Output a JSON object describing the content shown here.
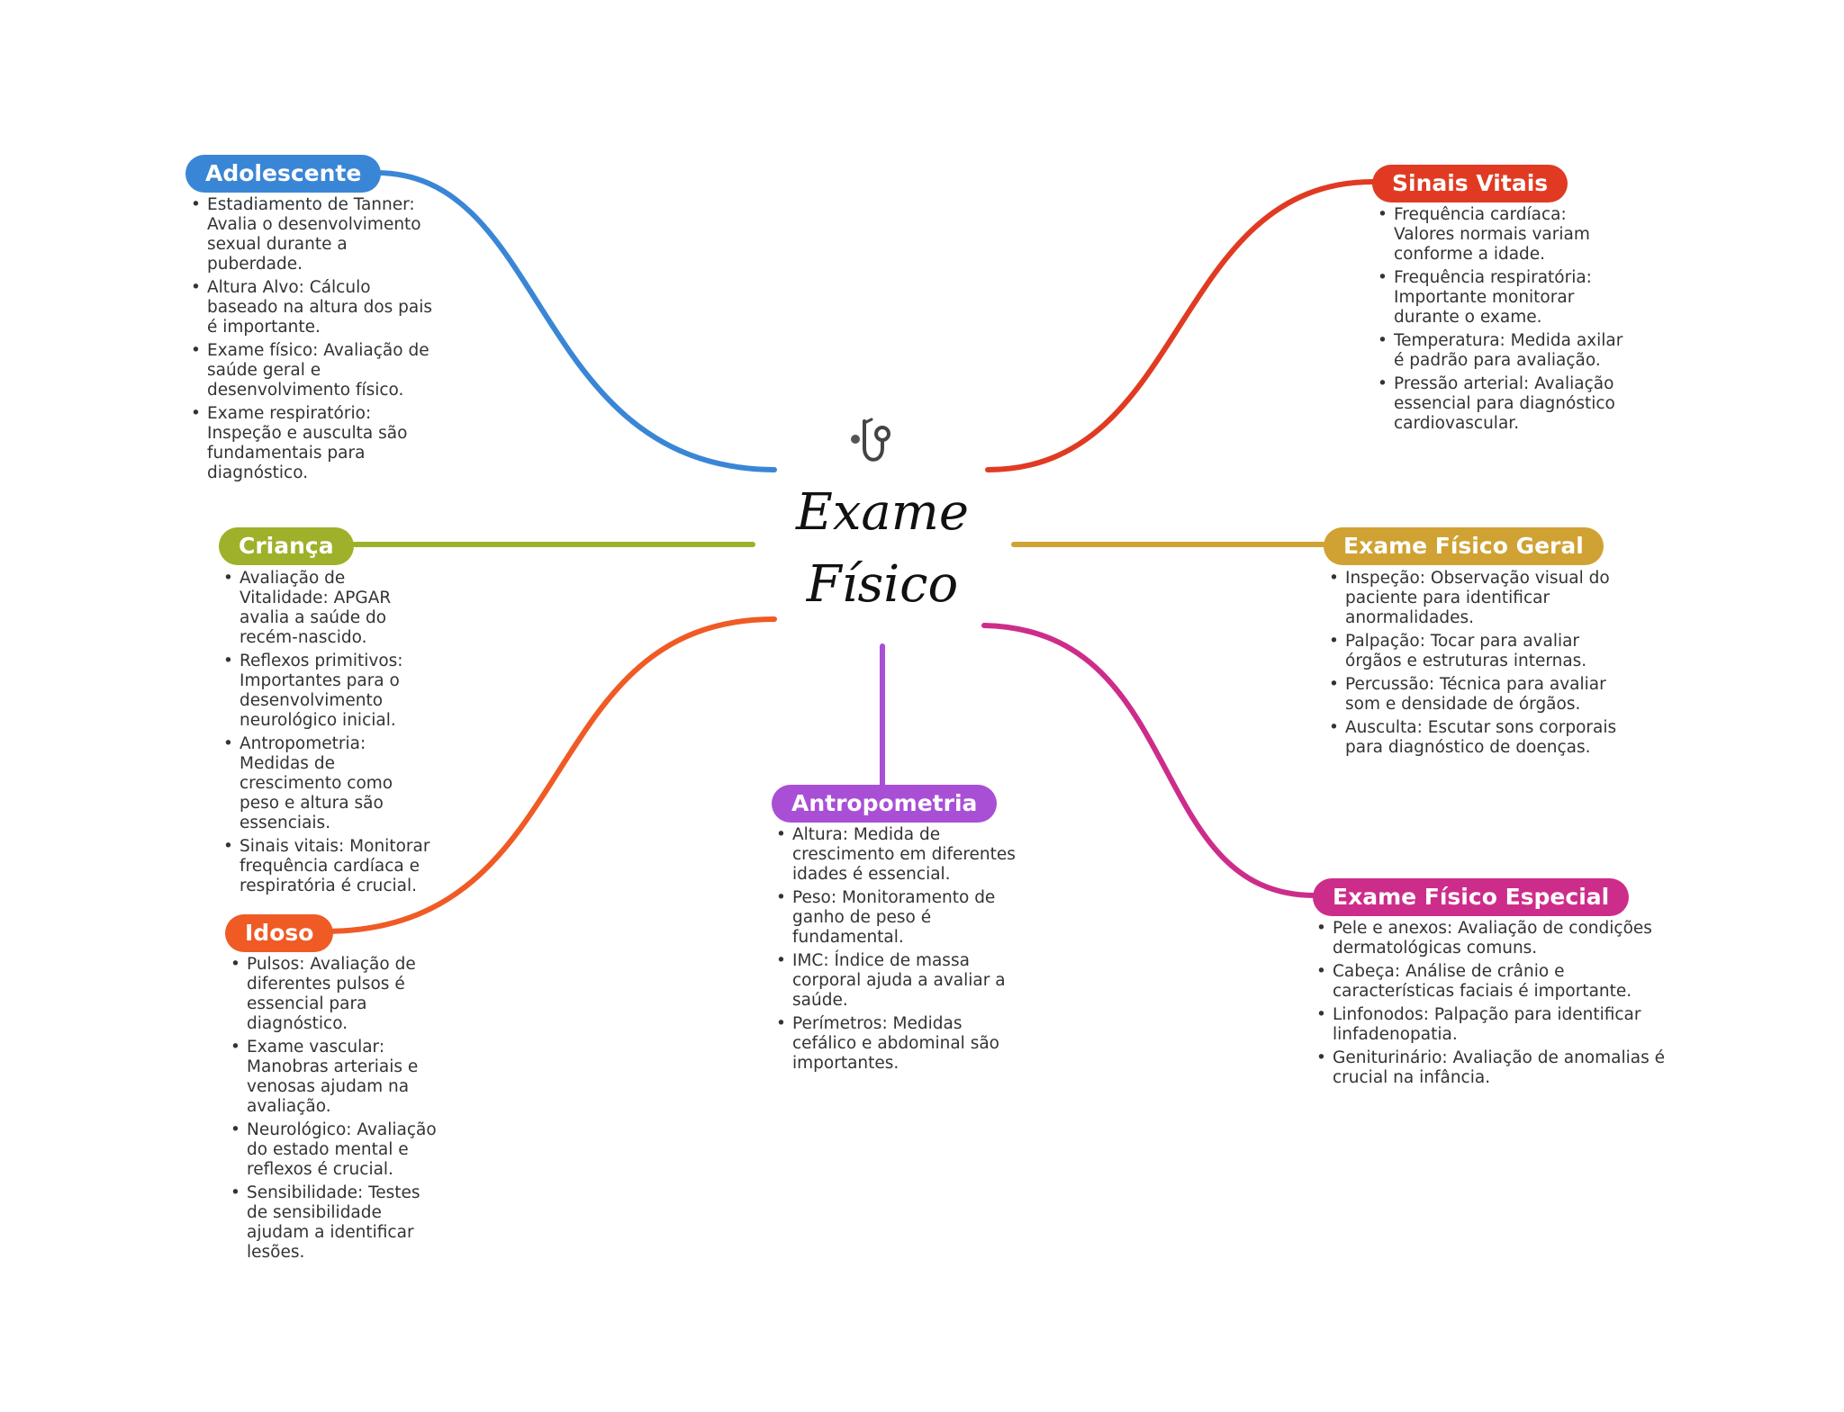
{
  "center": {
    "title_line1": "Exame",
    "title_line2": "Físico",
    "icon": "stethoscope-icon"
  },
  "colors": {
    "adolescente": "#3a86d6",
    "crianca": "#9fb02a",
    "idoso": "#f05a24",
    "antropometria": "#a94fd6",
    "sinais_vitais": "#e03b22",
    "exame_geral": "#cfa233",
    "exame_especial": "#cd2d8a"
  },
  "branches": {
    "adolescente": {
      "title": "Adolescente",
      "items": [
        "Estadiamento de Tanner: Avalia o desenvolvimento sexual durante a puberdade.",
        "Altura Alvo: Cálculo baseado na altura dos pais é importante.",
        "Exame físico: Avaliação de saúde geral e desenvolvimento físico.",
        "Exame respiratório: Inspeção e ausculta são fundamentais para diagnóstico."
      ]
    },
    "crianca": {
      "title": "Criança",
      "items": [
        "Avaliação de Vitalidade: APGAR avalia a saúde do recém-nascido.",
        "Reflexos primitivos: Importantes para o desenvolvimento neurológico inicial.",
        "Antropometria: Medidas de crescimento como peso e altura são essenciais.",
        "Sinais vitais: Monitorar frequência cardíaca e respiratória é crucial."
      ]
    },
    "idoso": {
      "title": "Idoso",
      "items": [
        "Pulsos: Avaliação de diferentes pulsos é essencial para diagnóstico.",
        "Exame vascular: Manobras arteriais e venosas ajudam na avaliação.",
        "Neurológico: Avaliação do estado mental e reflexos é crucial.",
        "Sensibilidade: Testes de sensibilidade ajudam a identificar lesões."
      ]
    },
    "antropometria": {
      "title": "Antropometria",
      "items": [
        "Altura: Medida de crescimento em diferentes idades é essencial.",
        "Peso: Monitoramento de ganho de peso é fundamental.",
        "IMC: Índice de massa corporal ajuda a avaliar a saúde.",
        "Perímetros: Medidas cefálico e abdominal são importantes."
      ]
    },
    "sinais_vitais": {
      "title": "Sinais Vitais",
      "items": [
        "Frequência cardíaca: Valores normais variam conforme a idade.",
        "Frequência respiratória: Importante monitorar durante o exame.",
        "Temperatura: Medida axilar é padrão para avaliação.",
        "Pressão arterial: Avaliação essencial para diagnóstico cardiovascular."
      ]
    },
    "exame_geral": {
      "title": "Exame Físico Geral",
      "items": [
        "Inspeção: Observação visual do paciente para identificar anormalidades.",
        "Palpação: Tocar para avaliar órgãos e estruturas internas.",
        "Percussão: Técnica para avaliar som e densidade de órgãos.",
        "Ausculta: Escutar sons corporais para diagnóstico de doenças."
      ]
    },
    "exame_especial": {
      "title": "Exame Físico Especial",
      "items": [
        "Pele e anexos: Avaliação de condições dermatológicas comuns.",
        "Cabeça: Análise de crânio e características faciais é importante.",
        "Linfonodos: Palpação para identificar linfadenopatia.",
        "Geniturinário: Avaliação de anomalias é crucial na infância."
      ]
    }
  }
}
